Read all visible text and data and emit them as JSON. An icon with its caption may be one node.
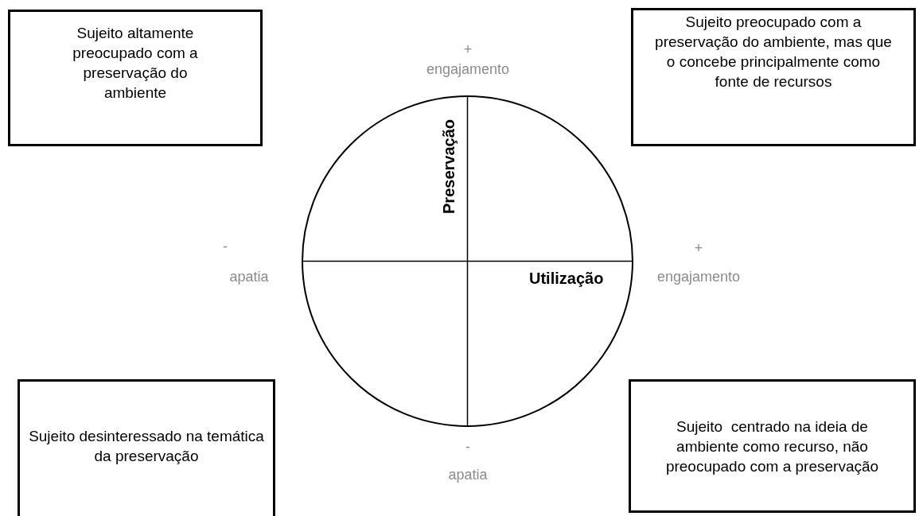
{
  "diagram": {
    "nodes": [
      {
        "text": [
          "Sujeito altamente preocupado com a preservação do ambiente"
        ]
      },
      {
        "text": [
          "Sujeito preocupado com a preservação do ambiente, mas que o concebe principalmente como fonte de recursos"
        ]
      },
      {
        "text": [
          "Preservação",
          "Utilização"
        ]
      },
      {
        "text": [
          "Sujeito desinteressado na temática da preservação"
        ]
      },
      {
        "text": [
          "Sujeito  centrado na ideia de ambiente como recurso, não preocupado com a preservação"
        ]
      }
    ],
    "edges": [],
    "labels": [
      "+",
      "engajamento",
      "-",
      "apatia",
      "+",
      "engajamento",
      "-",
      "apatia"
    ]
  }
}
